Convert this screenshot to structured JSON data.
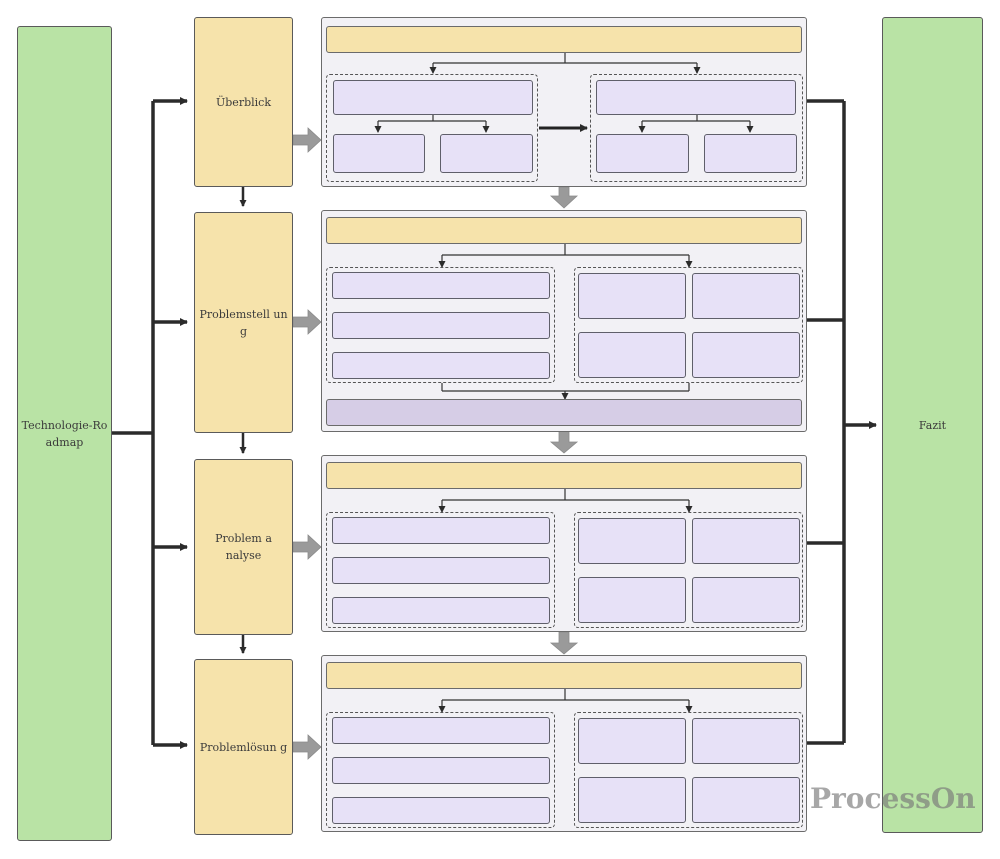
{
  "diagram": {
    "type": "technology-roadmap-flowchart",
    "start_node": {
      "label": "Technologie-Roadmap",
      "color": "#b9e3a5"
    },
    "end_node": {
      "label": "Fazit",
      "color": "#b9e3a5"
    },
    "stages": [
      {
        "label": "Überblick",
        "color": "#f6e3ab"
      },
      {
        "label": "Problemstellung",
        "color": "#f6e3ab"
      },
      {
        "label": "Problem analyse",
        "color": "#f6e3ab"
      },
      {
        "label": "Problemlösung",
        "color": "#f6e3ab"
      }
    ],
    "stage_labels_rendered": [
      "Überblick",
      "Problemstell ung",
      "Problem analyse",
      "Problemlösun g"
    ],
    "detail_panels": [
      {
        "stage": "Überblick",
        "header_bar": true,
        "left_group": "1 wide box + 2 sub boxes",
        "right_group": "1 wide box + 2 sub boxes",
        "summary_bar": false
      },
      {
        "stage": "Problemstellung",
        "header_bar": true,
        "left_group": "3 stacked boxes",
        "right_group": "2x2 grid",
        "summary_bar": true
      },
      {
        "stage": "Problem analyse",
        "header_bar": true,
        "left_group": "3 stacked boxes",
        "right_group": "2x2 grid",
        "summary_bar": false
      },
      {
        "stage": "Problemlösung",
        "header_bar": true,
        "left_group": "3 stacked boxes",
        "right_group": "2x2 grid",
        "summary_bar": false
      }
    ],
    "colors": {
      "start_end": "#b9e3a5",
      "stage": "#f6e3ab",
      "panel": "#f2f1f5",
      "cell": "#e7e1f7",
      "summary": "#d6cde6",
      "connector": "#2b2b2b",
      "flow_arrow": "#9a9a9a"
    }
  },
  "watermark": "ProcessOn"
}
